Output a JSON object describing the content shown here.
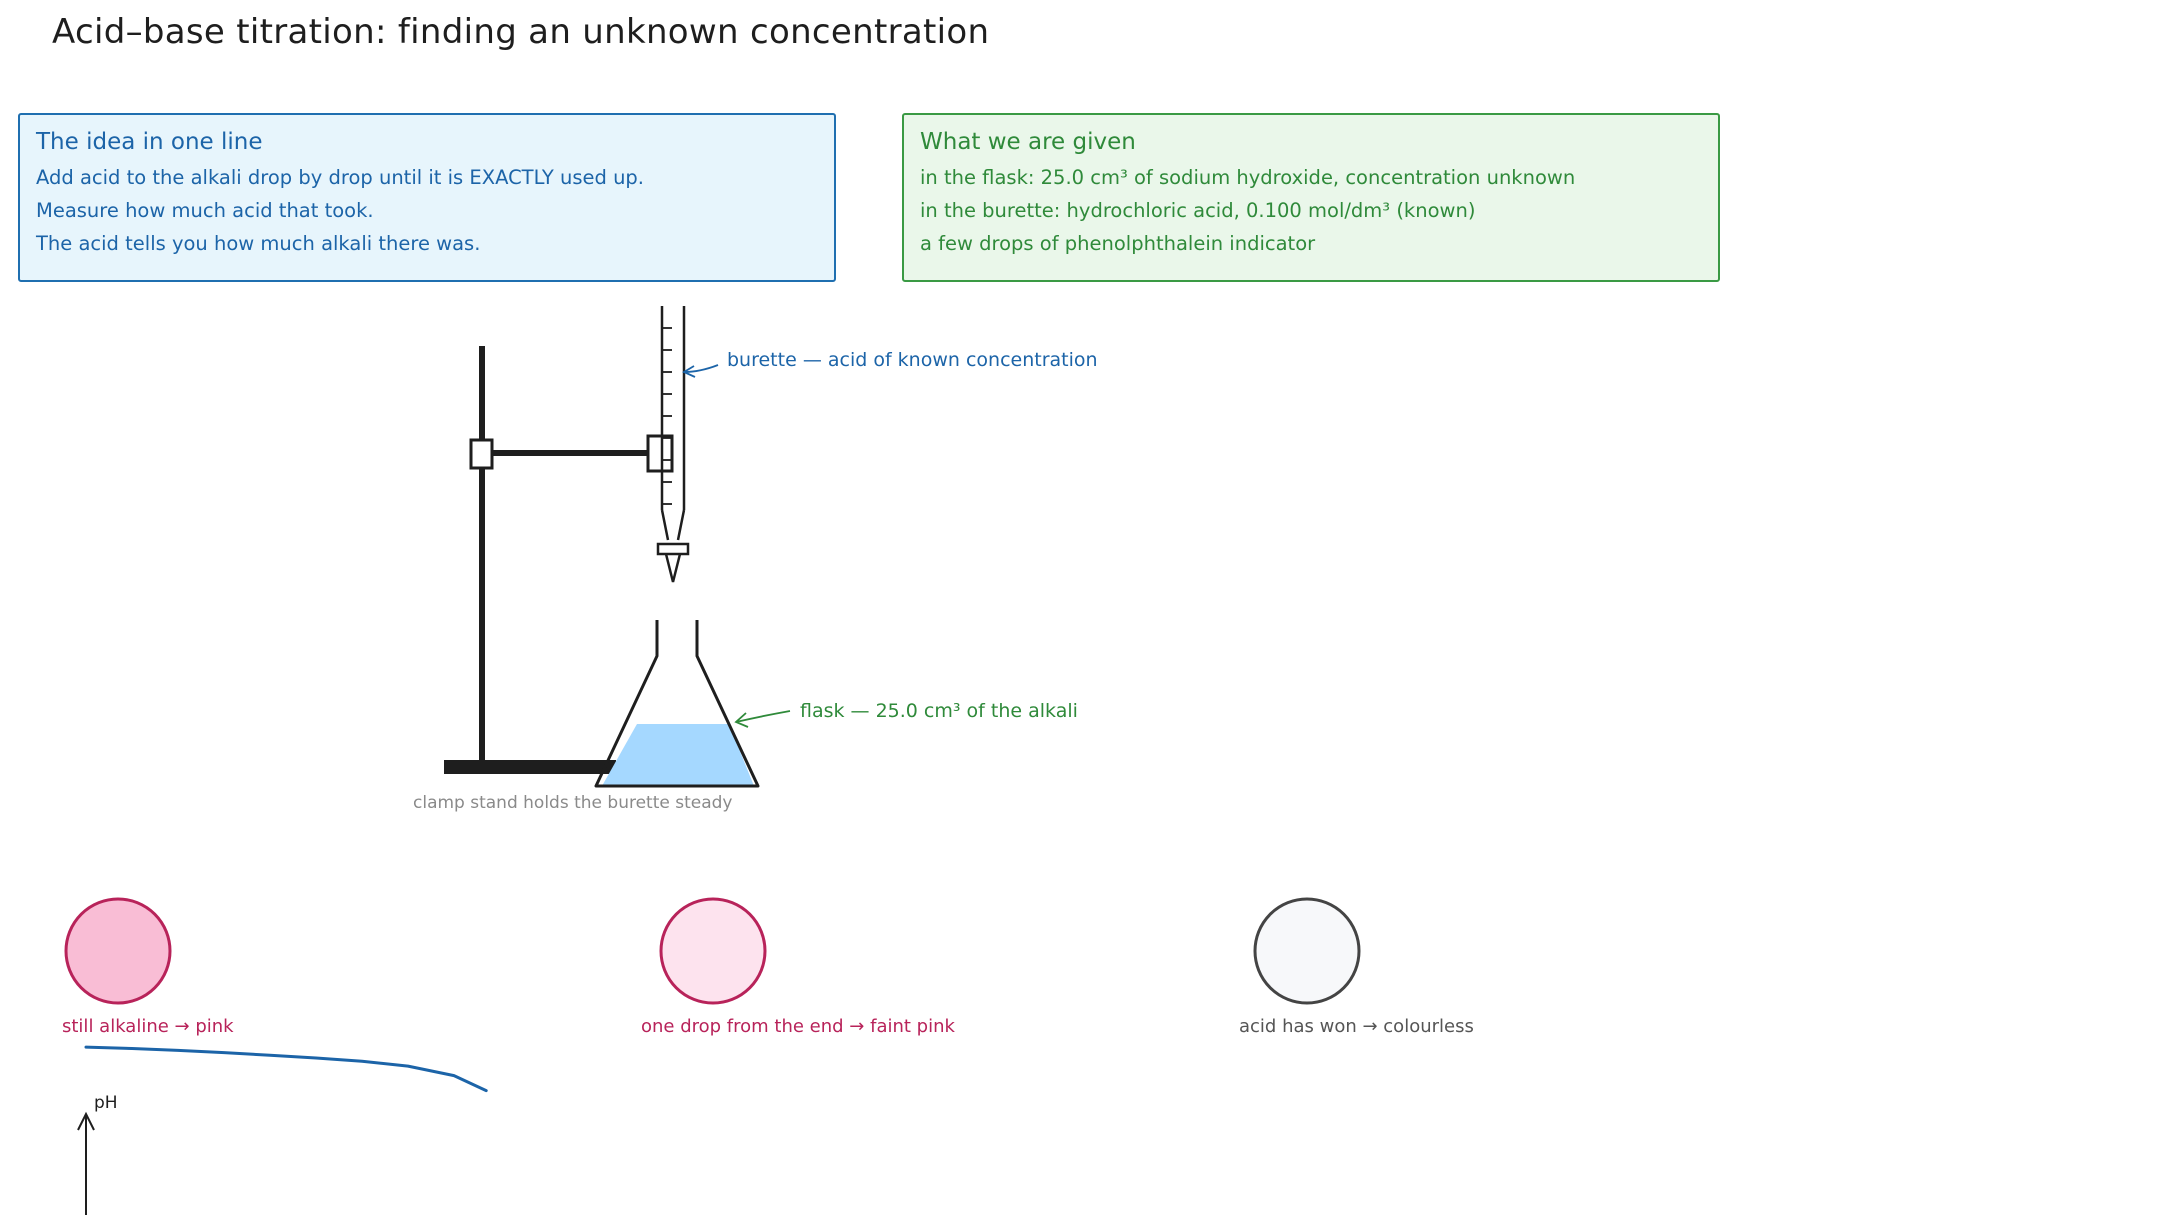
{
  "title": "Acid–base titration: finding an unknown concentration",
  "idea_card": {
    "title": "The idea in one line",
    "lines": [
      "Add acid to the alkali drop by drop until it is EXACTLY used up.",
      "Measure how much acid that took.",
      "The acid tells you how much alkali there was."
    ]
  },
  "given_card": {
    "title": "What we are given",
    "lines": [
      "in the flask: 25.0 cm³ of sodium hydroxide, concentration unknown",
      "in the burette: hydrochloric acid, 0.100 mol/dm³ (known)",
      "a few drops of phenolphthalein indicator"
    ]
  },
  "apparatus": {
    "burette_label": "burette — acid of known concentration",
    "flask_label": "flask — 25.0 cm³ of the alkali",
    "stand_label": "clamp stand holds the burette steady"
  },
  "indicator_states": [
    {
      "label": "still alkaline → pink",
      "fill": "#f9bdd5",
      "stroke": "#b8235a",
      "text_color": "#b8235a"
    },
    {
      "label": "one drop from the end → faint pink",
      "fill": "#fde3ee",
      "stroke": "#b8235a",
      "text_color": "#b8235a"
    },
    {
      "label": "acid has won → colourless",
      "fill": "#f7f8fa",
      "stroke": "#444444",
      "text_color": "#555555"
    }
  ],
  "colors": {
    "blue": "#1c64a8",
    "green": "#2f8a3a",
    "liquid": "#a5d8ff",
    "ink": "#1e1e1e"
  },
  "chart_data": {
    "type": "line",
    "ylabel": "pH",
    "xlabel": "",
    "title": "",
    "series": [
      {
        "values": [
          [
            0,
            13.0
          ],
          [
            0.1,
            12.95
          ],
          [
            0.2,
            12.88
          ],
          [
            0.3,
            12.8
          ],
          [
            0.4,
            12.7
          ],
          [
            0.5,
            12.6
          ],
          [
            0.6,
            12.48
          ],
          [
            0.7,
            12.3
          ],
          [
            0.8,
            11.95
          ],
          [
            0.87,
            11.4
          ]
        ]
      }
    ],
    "xlim": [
      0,
      2
    ],
    "ylim": [
      0,
      14
    ]
  }
}
